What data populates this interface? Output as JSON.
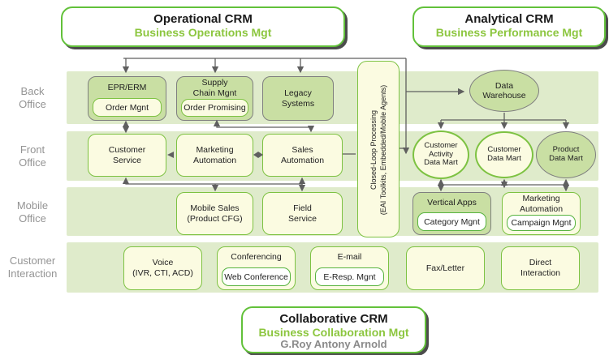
{
  "headers": {
    "operational": {
      "title": "Operational CRM",
      "subtitle": "Business Operations Mgt"
    },
    "analytical": {
      "title": "Analytical CRM",
      "subtitle": "Business Performance Mgt"
    },
    "collaborative": {
      "title": "Collaborative CRM",
      "subtitle": "Business Collaboration Mgt",
      "author": "G.Roy Antony Arnold"
    }
  },
  "rows": {
    "back_office": {
      "label": "Back\nOffice"
    },
    "front_office": {
      "label": "Front\nOffice"
    },
    "mobile_office": {
      "label": "Mobile\nOffice"
    },
    "customer_interaction": {
      "label": "Customer\nInteraction"
    }
  },
  "boxes": {
    "epr_erm": {
      "title": "EPR/ERM",
      "sub": "Order Mgnt"
    },
    "supply_chain": {
      "title": "Supply\nChain Mgnt",
      "sub": "Order Promising"
    },
    "legacy": {
      "title": "Legacy\nSystems"
    },
    "customer_service": {
      "title": "Customer\nService"
    },
    "marketing_automation": {
      "title": "Marketing\nAutomation"
    },
    "sales_automation": {
      "title": "Sales\nAutomation"
    },
    "mobile_sales": {
      "title": "Mobile Sales\n(Product CFG)"
    },
    "field_service": {
      "title": "Field\nService"
    },
    "closed_loop": {
      "title": "Closed-Loop Processing\n(EAI Toolkits, Embedded/Mobile Agents)"
    },
    "voice": {
      "title": "Voice\n(IVR, CTI, ACD)"
    },
    "conferencing": {
      "title": "Conferencing",
      "sub": "Web Conference"
    },
    "email": {
      "title": "E-mail",
      "sub": "E-Resp. Mgnt"
    },
    "fax_letter": {
      "title": "Fax/Letter"
    },
    "direct_interaction": {
      "title": "Direct\nInteraction"
    },
    "data_warehouse": {
      "title": "Data\nWarehouse"
    },
    "customer_activity_mart": {
      "title": "Customer\nActivity\nData Mart"
    },
    "customer_mart": {
      "title": "Customer\nData Mart"
    },
    "product_mart": {
      "title": "Product\nData Mart"
    },
    "vertical_apps": {
      "title": "Vertical Apps",
      "sub": "Category Mgnt"
    },
    "marketing_automation_right": {
      "title": "Marketing\nAutomation",
      "sub": "Campaign Mgnt"
    }
  },
  "colors": {
    "band_green": "#DFEBCB",
    "box_green": "#C9DFA3",
    "box_yellow": "#FBFBE1",
    "border_green": "#7DC242",
    "header_border_green": "#62C13A",
    "border_gray": "#7F7F7F",
    "accent_green_text": "#8CC63F",
    "label_gray": "#949494",
    "arrow_gray": "#5F5F5F"
  }
}
